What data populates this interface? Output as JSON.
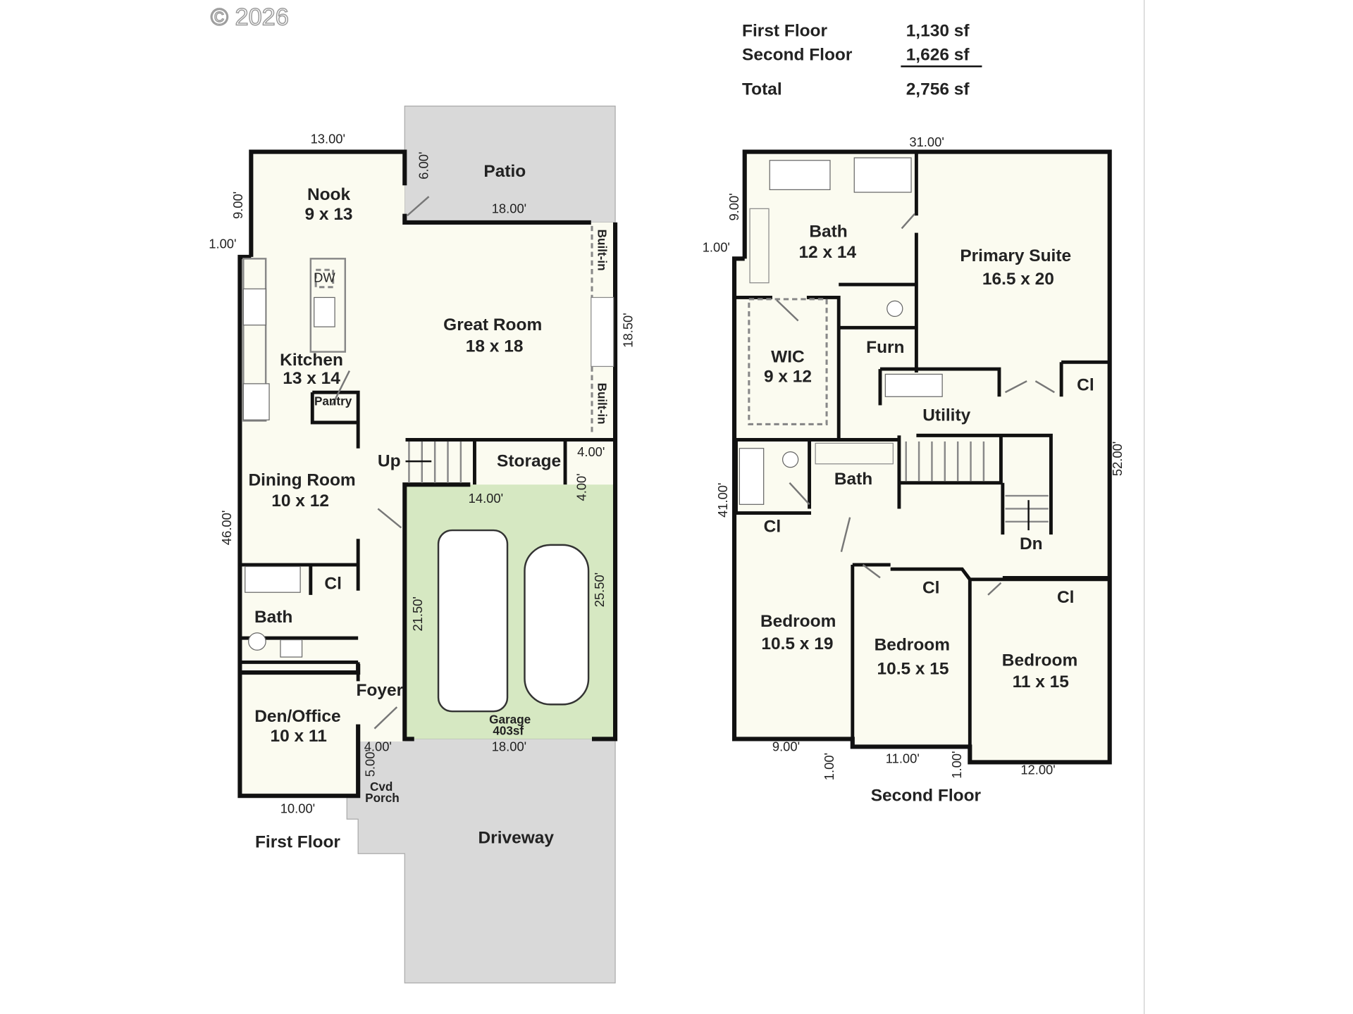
{
  "copyright": "© 2026",
  "area_table": {
    "rows": [
      {
        "label": "First Floor",
        "value": "1,130 sf"
      },
      {
        "label": "Second Floor",
        "value": "1,626 sf"
      }
    ],
    "total_label": "Total",
    "total_value": "2,756 sf"
  },
  "colors": {
    "floor": "#fbfbf0",
    "garage": "#d6e8c2",
    "exterior": "#d9d9d9",
    "wall": "#111111"
  },
  "first_floor": {
    "title": "First Floor",
    "rooms": {
      "nook": {
        "name": "Nook",
        "size": "9 x 13"
      },
      "patio": {
        "name": "Patio"
      },
      "great_room": {
        "name": "Great Room",
        "size": "18 x 18"
      },
      "kitchen": {
        "name": "Kitchen",
        "size": "13 x 14"
      },
      "pantry": {
        "name": "Pantry"
      },
      "dining": {
        "name": "Dining Room",
        "size": "10 x 12"
      },
      "storage": {
        "name": "Storage"
      },
      "up": "Up",
      "cl": "Cl",
      "bath": {
        "name": "Bath"
      },
      "foyer": {
        "name": "Foyer"
      },
      "den": {
        "name": "Den/Office",
        "size": "10 x 11"
      },
      "garage": {
        "name": "Garage",
        "size": "403sf"
      },
      "porch": {
        "name1": "Cvd",
        "name2": "Porch"
      },
      "driveway": {
        "name": "Driveway"
      },
      "built_in": "Built-in",
      "dw": "DW"
    },
    "dimensions": [
      "13.00'",
      "9.00'",
      "1.00'",
      "6.00'",
      "18.00'",
      "18.50'",
      "46.00'",
      "4.00'",
      "4.00'",
      "14.00'",
      "21.50'",
      "25.50'",
      "18.00'",
      "4.00'",
      "5.00'",
      "10.00'"
    ]
  },
  "second_floor": {
    "title": "Second Floor",
    "rooms": {
      "bath1": {
        "name": "Bath",
        "size": "12 x 14"
      },
      "primary": {
        "name": "Primary Suite",
        "size": "16.5 x 20"
      },
      "wic": {
        "name": "WIC",
        "size": "9 x 12"
      },
      "furn": {
        "name": "Furn"
      },
      "utility": {
        "name": "Utility"
      },
      "cl1": "Cl",
      "bath2": {
        "name": "Bath"
      },
      "cl2": "Cl",
      "dn": "Dn",
      "bed1": {
        "name": "Bedroom",
        "size": "10.5 x 19"
      },
      "cl3": "Cl",
      "bed2": {
        "name": "Bedroom",
        "size": "10.5 x 15"
      },
      "cl4": "Cl",
      "bed3": {
        "name": "Bedroom",
        "size": "11 x 15"
      }
    },
    "dimensions": [
      "31.00'",
      "9.00'",
      "1.00'",
      "52.00'",
      "41.00'",
      "9.00'",
      "1.00'",
      "11.00'",
      "1.00'",
      "12.00'"
    ]
  }
}
